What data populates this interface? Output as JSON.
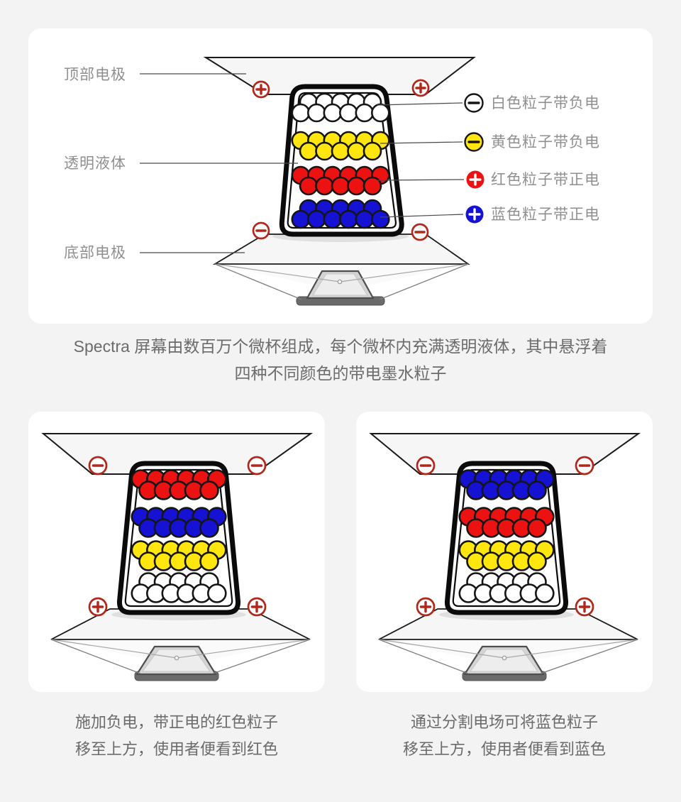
{
  "page": {
    "background": "#f3f3f4",
    "card_background": "#ffffff"
  },
  "palette": {
    "white": "#ffffff",
    "yellow": "#ffe60f",
    "red": "#ec1212",
    "blue": "#1512d4",
    "particle_stroke": "#151515",
    "charge": "#b1271c",
    "electrode_fill": "#f6f6f7",
    "electrode_stroke": "#1a1a1a",
    "label_text": "#8f8f8f",
    "caption_text": "#6b6b6b"
  },
  "hero_panel": {
    "labels": {
      "top_electrode": "顶部电极",
      "liquid": "透明液体",
      "bottom_electrode": "底部电极"
    },
    "rows": [
      "white",
      "yellow",
      "red",
      "blue"
    ],
    "top_charge": "+",
    "bottom_charge": "-",
    "legend_items": [
      {
        "color": "white",
        "charge": "-",
        "label": "白色粒子带负电"
      },
      {
        "color": "yellow",
        "charge": "-",
        "label": "黄色粒子带负电"
      },
      {
        "color": "red",
        "charge": "+",
        "label": "红色粒子带正电"
      },
      {
        "color": "blue",
        "charge": "+",
        "label": "蓝色粒子带正电"
      }
    ]
  },
  "main_caption": {
    "line1": "Spectra 屏幕由数百万个微杯组成，每个微杯内充满透明液体，其中悬浮着",
    "line2": "四种不同颜色的带电墨水粒子"
  },
  "panels": [
    {
      "id": "red-state",
      "rows": [
        "red",
        "blue",
        "yellow",
        "white"
      ],
      "top_charge": "-",
      "bottom_charge": "+",
      "caption": {
        "line1": "施加负电，带正电的红色粒子",
        "line2": "移至上方，使用者便看到红色"
      }
    },
    {
      "id": "blue-state",
      "rows": [
        "blue",
        "red",
        "yellow",
        "white"
      ],
      "top_charge": "-",
      "bottom_charge": "+",
      "caption": {
        "line1": "通过分割电场可将蓝色粒子",
        "line2": "移至上方，使用者便看到蓝色"
      }
    }
  ]
}
